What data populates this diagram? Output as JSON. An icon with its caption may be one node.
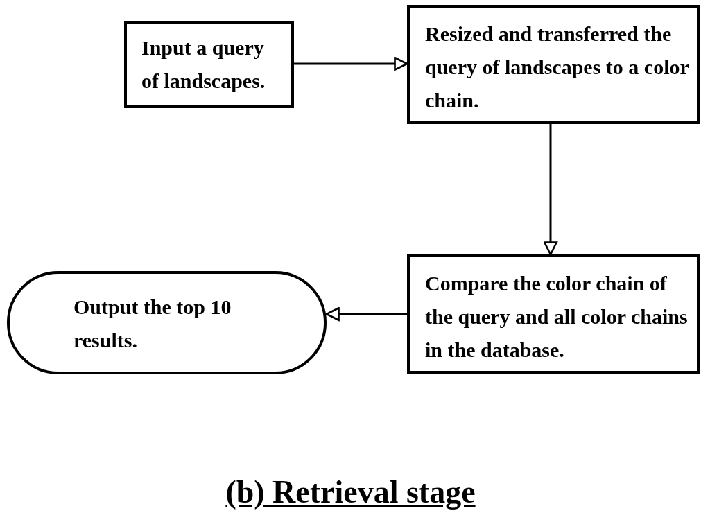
{
  "diagram": {
    "caption": "(b) Retrieval stage",
    "nodes": [
      {
        "text": [
          "Input a query of landscapes."
        ]
      },
      {
        "text": [
          "Resized and transferred the query of landscapes to a color chain."
        ]
      },
      {
        "text": [
          "Compare the color chain of the query and all color chains in the database."
        ]
      },
      {
        "text": [
          "Output the top 10 results."
        ]
      }
    ],
    "edges": [
      {
        "from": 0,
        "to": 1,
        "arrow": "to"
      },
      {
        "from": 1,
        "to": 2,
        "arrow": "to"
      },
      {
        "from": 2,
        "to": 3,
        "arrow": "to"
      }
    ]
  }
}
